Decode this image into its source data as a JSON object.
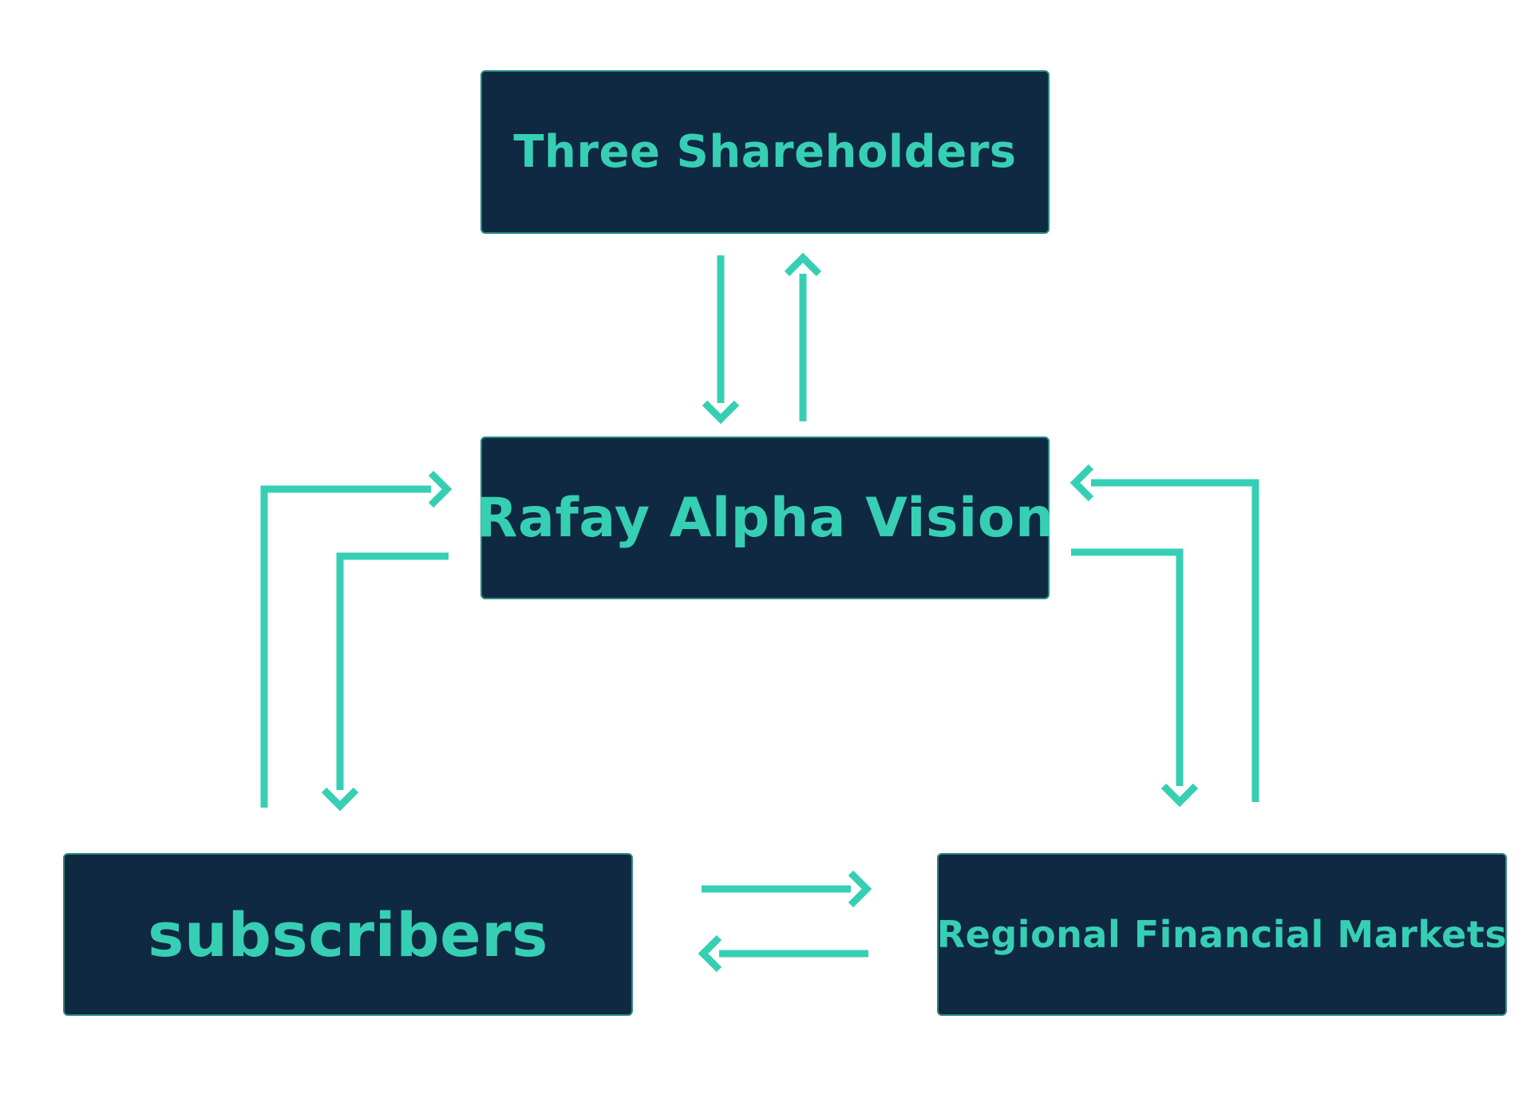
{
  "colors": {
    "node_fill": "#0f2942",
    "accent": "#36cfb4",
    "background": "#ffffff"
  },
  "nodes": {
    "shareholders": {
      "label": "Three Shareholders"
    },
    "rafay": {
      "label": "Rafay Alpha Vision"
    },
    "subscribers": {
      "label": "subscribers"
    },
    "markets": {
      "label": "Regional Financial Markets"
    }
  },
  "edges": [
    {
      "from": "shareholders",
      "to": "rafay"
    },
    {
      "from": "rafay",
      "to": "shareholders"
    },
    {
      "from": "subscribers",
      "to": "rafay"
    },
    {
      "from": "rafay",
      "to": "subscribers"
    },
    {
      "from": "rafay",
      "to": "markets"
    },
    {
      "from": "markets",
      "to": "rafay"
    },
    {
      "from": "subscribers",
      "to": "markets"
    },
    {
      "from": "markets",
      "to": "subscribers"
    }
  ]
}
